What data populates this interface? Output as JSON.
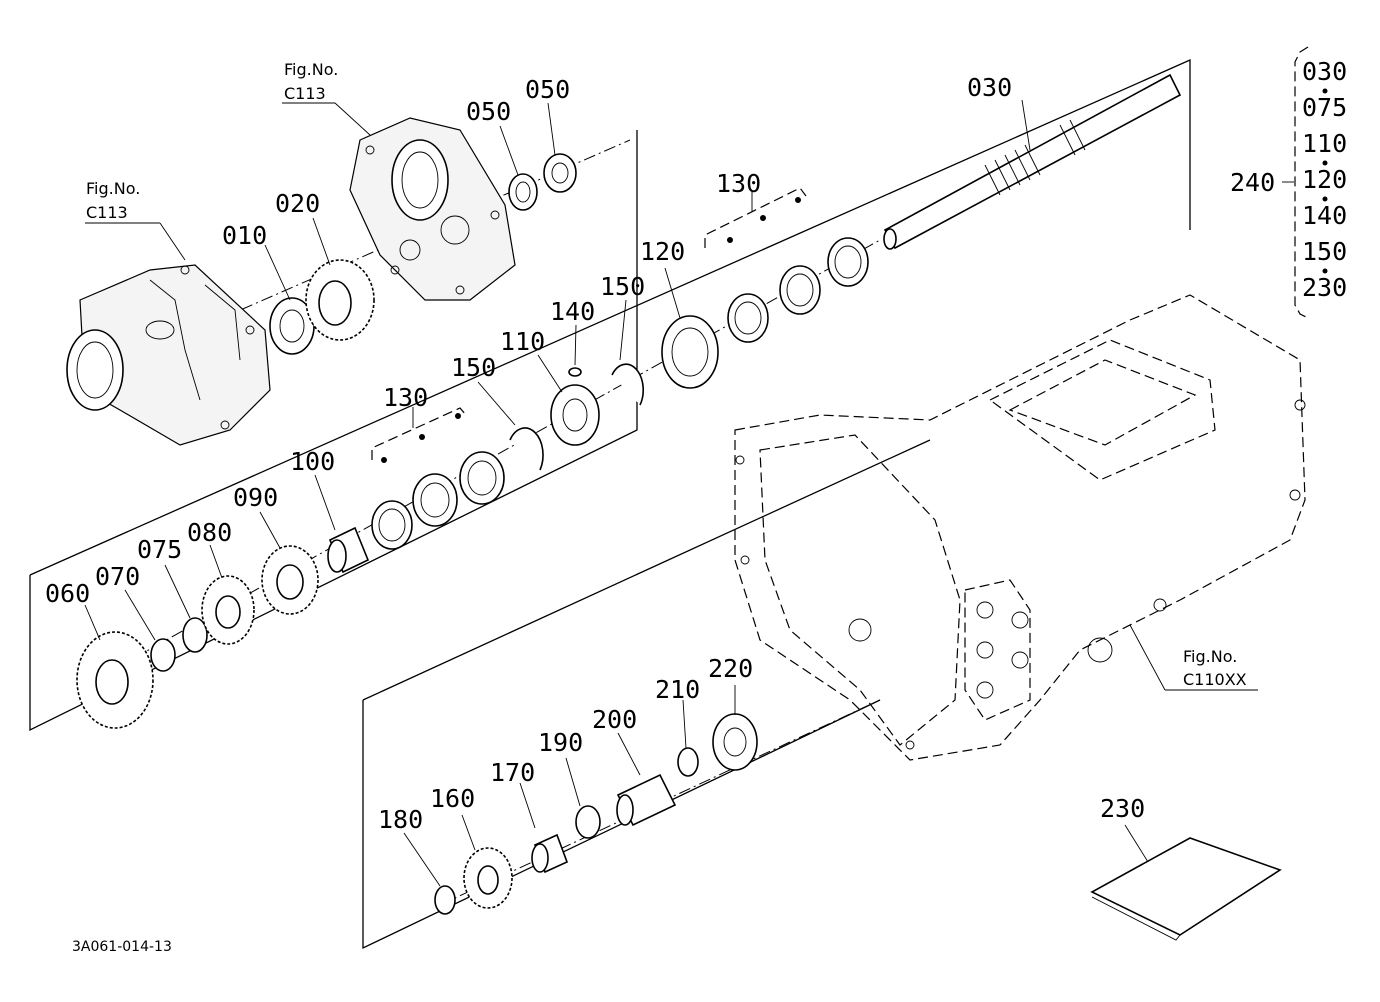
{
  "document": {
    "code": "3A061-014-13",
    "figure_refs": [
      {
        "fig": "Fig.No.",
        "num": "C113"
      },
      {
        "fig": "Fig.No.",
        "num": "C113"
      },
      {
        "fig": "Fig.No.",
        "num": "C110XX"
      }
    ]
  },
  "callouts": [
    "010",
    "020",
    "030",
    "050",
    "050",
    "060",
    "070",
    "075",
    "080",
    "090",
    "100",
    "110",
    "120",
    "130",
    "130",
    "140",
    "150",
    "150",
    "160",
    "170",
    "180",
    "190",
    "200",
    "210",
    "220",
    "230"
  ],
  "kit": {
    "label": "240",
    "items": [
      "030",
      "075",
      "110",
      "120",
      "140",
      "150",
      "230"
    ]
  }
}
